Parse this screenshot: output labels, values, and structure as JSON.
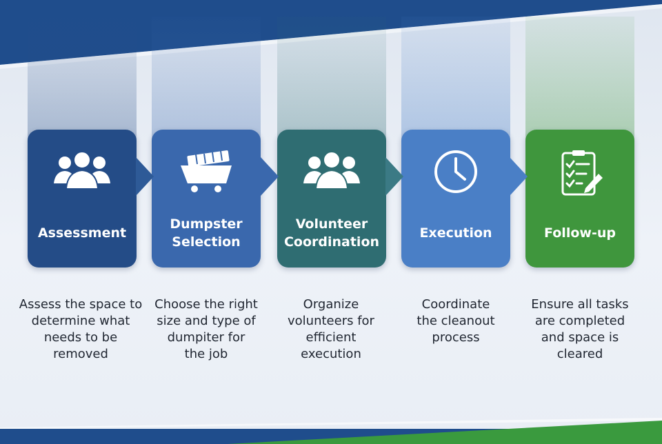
{
  "colors": {
    "assessment": "#244c87",
    "dumpster": "#3a68ad",
    "volunteer": "#2f6d72",
    "execution": "#4a7fc6",
    "followup": "#3f963d",
    "top_band": "#1f4d8c",
    "bottom_band": "#1f4d8c",
    "accent_green": "#3a9a3e"
  },
  "steps": [
    {
      "title": "Assessment",
      "icon": "people-icon",
      "description": "Assess the space to\ndetermine what\nneeds to be\nremoved"
    },
    {
      "title": "Dumpster\nSelection",
      "icon": "dumpster-cart-icon",
      "description": "Choose the right\nsize and type of\ndumpiter for\nthe job"
    },
    {
      "title": "Volunteer\nCoordination",
      "icon": "people-icon",
      "description": "Organize\nvolunteers for\nefficient\nexecution"
    },
    {
      "title": "Execution",
      "icon": "clock-icon",
      "description": "Coordinate\nthe cleanout\nprocess"
    },
    {
      "title": "Follow-up",
      "icon": "checklist-icon",
      "description": "Ensure all tasks\nare completed\nand space is\ncleared"
    }
  ]
}
